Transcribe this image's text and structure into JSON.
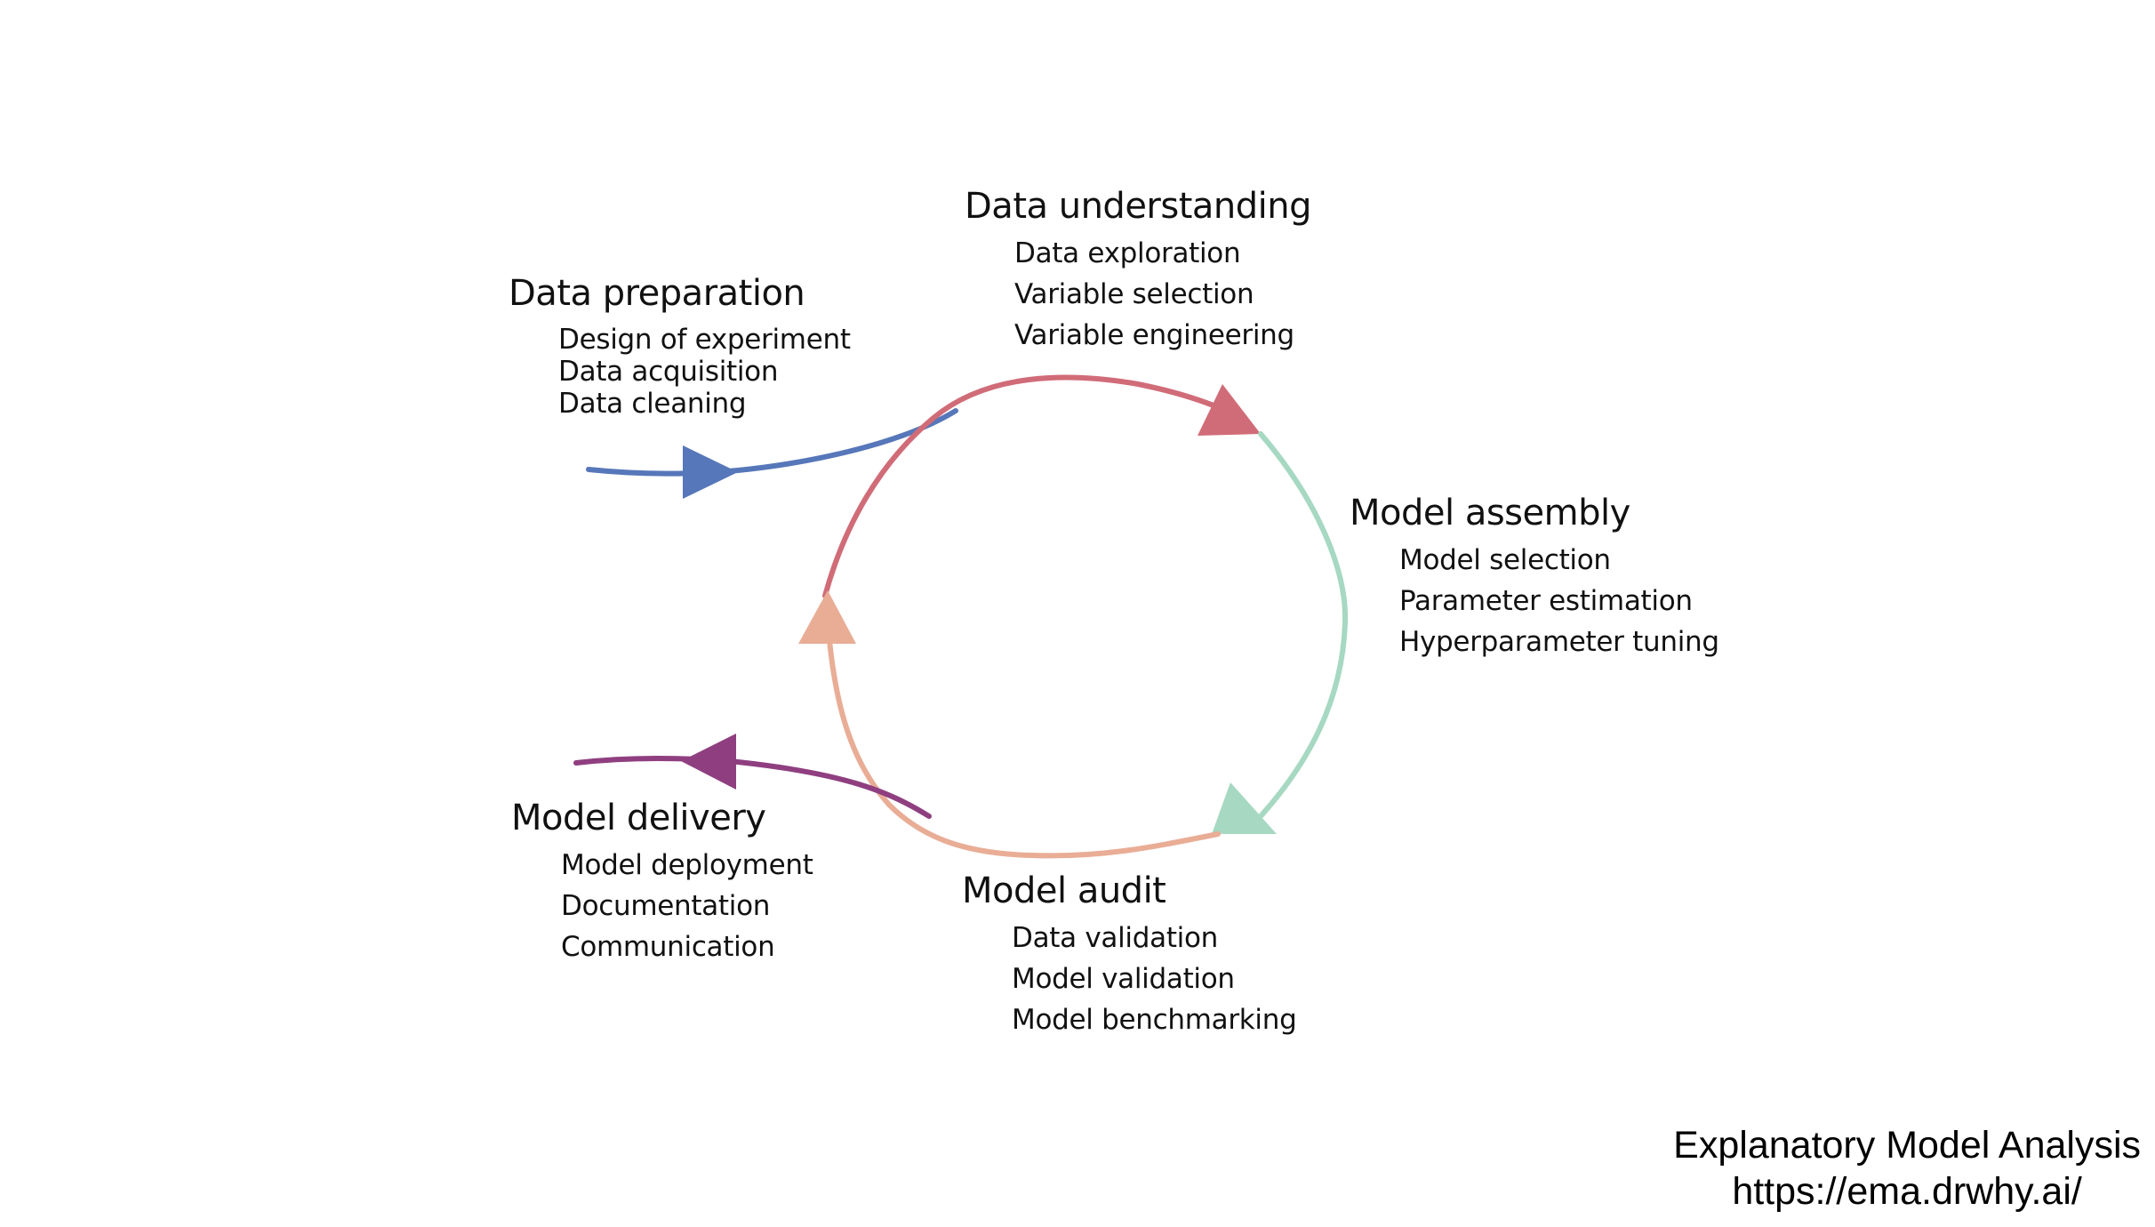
{
  "colors": {
    "preparation_blue": "#5677b9",
    "understanding_red": "#d06c78",
    "assembly_green": "#a6d8c2",
    "audit_salmon": "#e9ad96",
    "delivery_purple": "#8f3f80",
    "text": "#111111"
  },
  "stages": {
    "data_understanding": {
      "title": "Data understanding",
      "items": [
        "Data exploration",
        "Variable selection",
        "Variable engineering"
      ]
    },
    "data_preparation": {
      "title": "Data preparation",
      "items": [
        "Design of experiment",
        "Data acquisition",
        "Data cleaning"
      ]
    },
    "model_assembly": {
      "title": "Model assembly",
      "items": [
        "Model selection",
        "Parameter estimation",
        "Hyperparameter tuning"
      ]
    },
    "model_delivery": {
      "title": "Model delivery",
      "items": [
        "Model deployment",
        "Documentation",
        "Communication"
      ]
    },
    "model_audit": {
      "title": "Model audit",
      "items": [
        "Data validation",
        "Model validation",
        "Model benchmarking"
      ]
    }
  },
  "footer": {
    "line1": "Explanatory Model Analysis",
    "line2": "https://ema.drwhy.ai/"
  }
}
